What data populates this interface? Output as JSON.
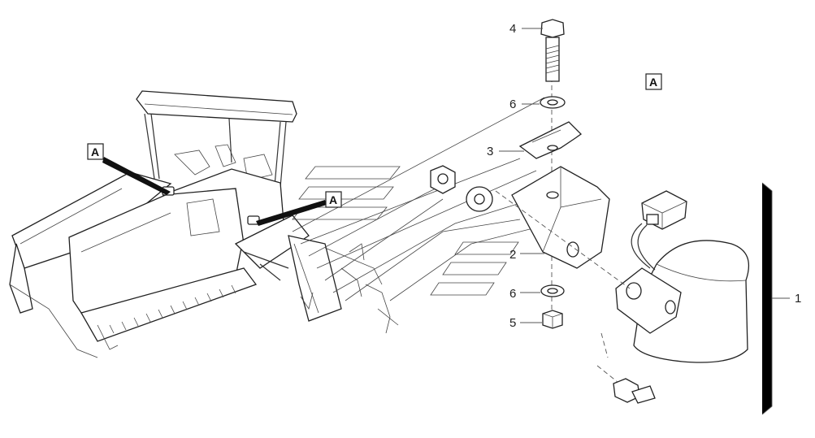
{
  "callouts": {
    "c4": "4",
    "c6a": "6",
    "c3": "3",
    "c2": "2",
    "c6b": "6",
    "c5": "5",
    "c1": "1"
  },
  "view_refs": {
    "ref_top_right": "A",
    "ref_left": "A",
    "ref_middle": "A"
  }
}
